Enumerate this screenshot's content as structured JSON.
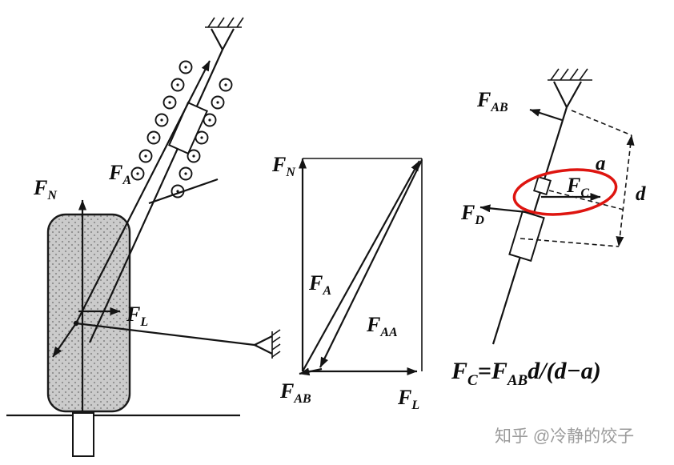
{
  "figure": {
    "watermark": "知乎 @冷静的饺子"
  },
  "colors": {
    "ink": "#141414",
    "highlight_red": "#de1510",
    "tire_fill": "#cbcbcb",
    "watermark_gray": "#9b9b9b"
  },
  "left_diagram": {
    "fn": {
      "main": "F",
      "sub": "N"
    },
    "fa": {
      "main": "F",
      "sub": "A"
    },
    "fl": {
      "main": "F",
      "sub": "L"
    }
  },
  "force_polygon": {
    "fn": {
      "main": "F",
      "sub": "N"
    },
    "fa": {
      "main": "F",
      "sub": "A"
    },
    "faa": {
      "main": "F",
      "sub": "AA"
    },
    "fab": {
      "main": "F",
      "sub": "AB"
    },
    "fl": {
      "main": "F",
      "sub": "L"
    }
  },
  "strut_detail": {
    "fab": {
      "main": "F",
      "sub": "AB"
    },
    "fc": {
      "main": "F",
      "sub": "C"
    },
    "fd": {
      "main": "F",
      "sub": "D"
    },
    "dim_a": "a",
    "dim_d": "d",
    "formula": {
      "lhs_main": "F",
      "lhs_sub": "C",
      "equals": "=",
      "rhs_f_main": "F",
      "rhs_f_sub": "AB",
      "rhs_rest": "d/(d−a)"
    }
  }
}
